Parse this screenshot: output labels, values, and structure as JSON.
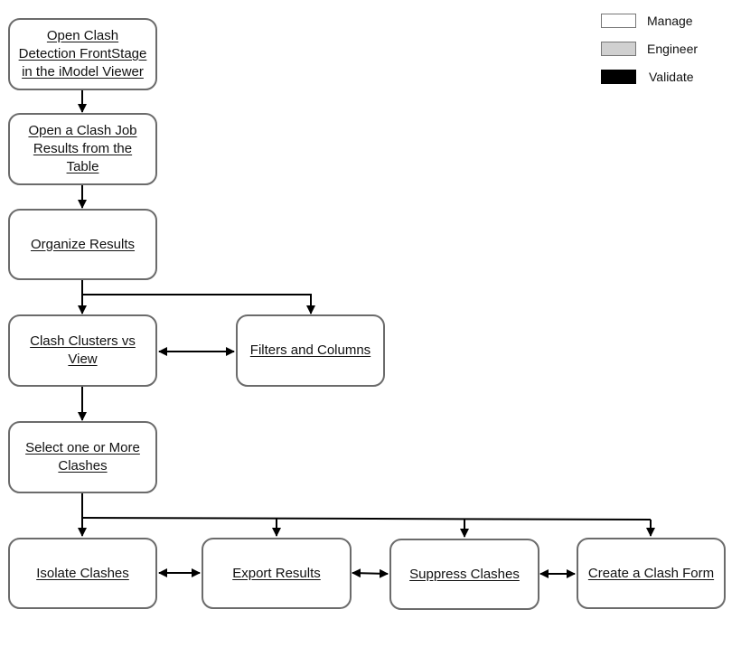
{
  "nodes": {
    "open_frontstage": "Open Clash Detection FrontStage in the iModel Viewer",
    "open_job_results": "Open a Clash Job Results from the Table",
    "organize_results": "Organize Results",
    "clusters_vs_view": "Clash Clusters vs View",
    "filters_columns": "Filters and Columns",
    "select_clashes": "Select one or More Clashes",
    "isolate_clashes": "Isolate Clashes",
    "export_results": "Export Results",
    "suppress_clashes": "Suppress Clashes",
    "create_form": "Create a Clash Form"
  },
  "legend": [
    {
      "label": "Manage",
      "color": "#ffffff"
    },
    {
      "label": "Engineer",
      "color": "#d0d0d0"
    },
    {
      "label": "Validate",
      "color": "#000000"
    }
  ]
}
